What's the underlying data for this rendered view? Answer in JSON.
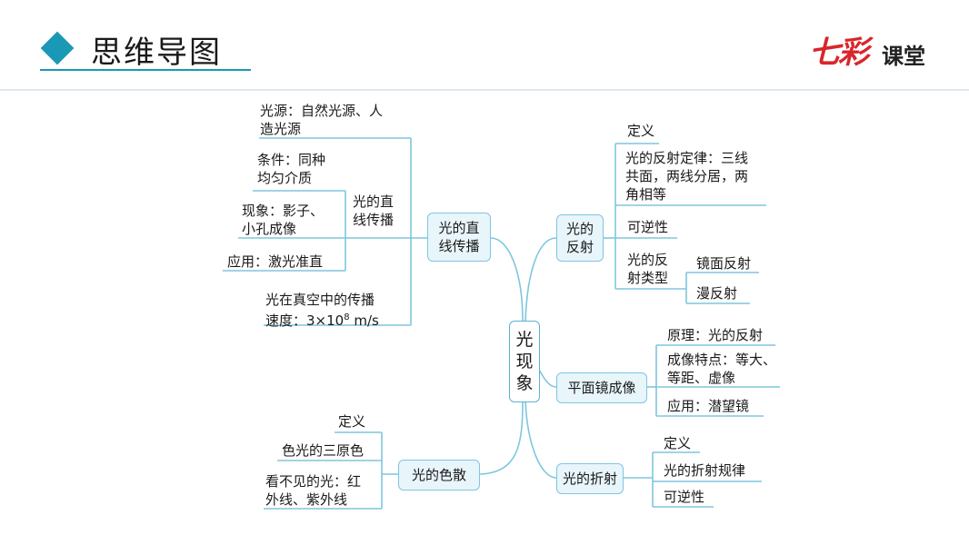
{
  "header": {
    "title": "思维导图"
  },
  "logo": {
    "main": "七彩",
    "sub": "课堂"
  },
  "root": "光\n现\n象",
  "left": {
    "straight": {
      "label": "光的直\n线传播",
      "items": {
        "source": "光源：自然光源、人\n造光源",
        "sub_label": "光的直\n线传播",
        "condition": "条件：同种\n均匀介质",
        "phenomenon": "现象：影子、\n小孔成像",
        "application": "应用：激光准直",
        "speed": "光在真空中的传播\n速度：3×10",
        "speed_exp": "8",
        "speed_unit": " m/s"
      }
    },
    "dispersion": {
      "label": "光的色散",
      "items": {
        "definition": "定义",
        "primaries": "色光的三原色",
        "invisible": "看不见的光：红\n外线、紫外线"
      }
    }
  },
  "right": {
    "reflection": {
      "label": "光的\n反射",
      "items": {
        "definition": "定义",
        "law": "光的反射定律：三线\n共面，两线分居，两\n角相等",
        "reversible": "可逆性",
        "types_label": "光的反\n射类型",
        "specular": "镜面反射",
        "diffuse": "漫反射"
      }
    },
    "mirror": {
      "label": "平面镜成像",
      "items": {
        "principle": "原理：光的反射",
        "features": "成像特点：等大、\n等距、虚像",
        "application": "应用：潜望镜"
      }
    },
    "refraction": {
      "label": "光的折射",
      "items": {
        "definition": "定义",
        "law": "光的折射规律",
        "reversible": "可逆性"
      }
    }
  },
  "colors": {
    "accent": "#1b98b6",
    "line": "#7fc6de",
    "node_fill": "#e8f5fb",
    "logo_red": "#d9262a"
  }
}
